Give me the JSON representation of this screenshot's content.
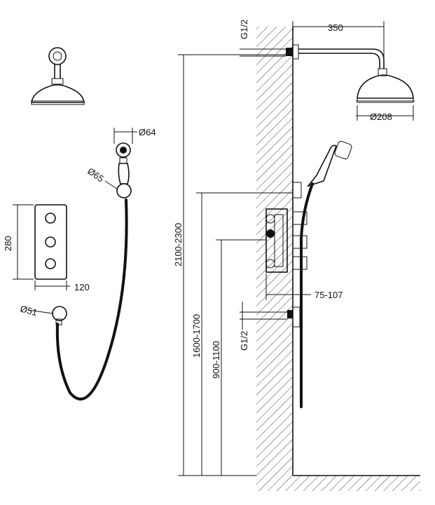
{
  "dimensions": {
    "thread_top": "G1/2",
    "arm_length": "350",
    "head_diameter": "Ø208",
    "hand_shower_diameter": "Ø64",
    "holder_diameter": "Ø65",
    "panel_height": "280",
    "panel_width": "120",
    "outlet_diameter": "Ø51",
    "head_height": "2100-2300",
    "holder_height": "1600-1700",
    "valve_height": "900-1100",
    "valve_depth": "75-107",
    "thread_bottom": "G1/2"
  },
  "colors": {
    "line": "#111111",
    "background": "#ffffff"
  }
}
